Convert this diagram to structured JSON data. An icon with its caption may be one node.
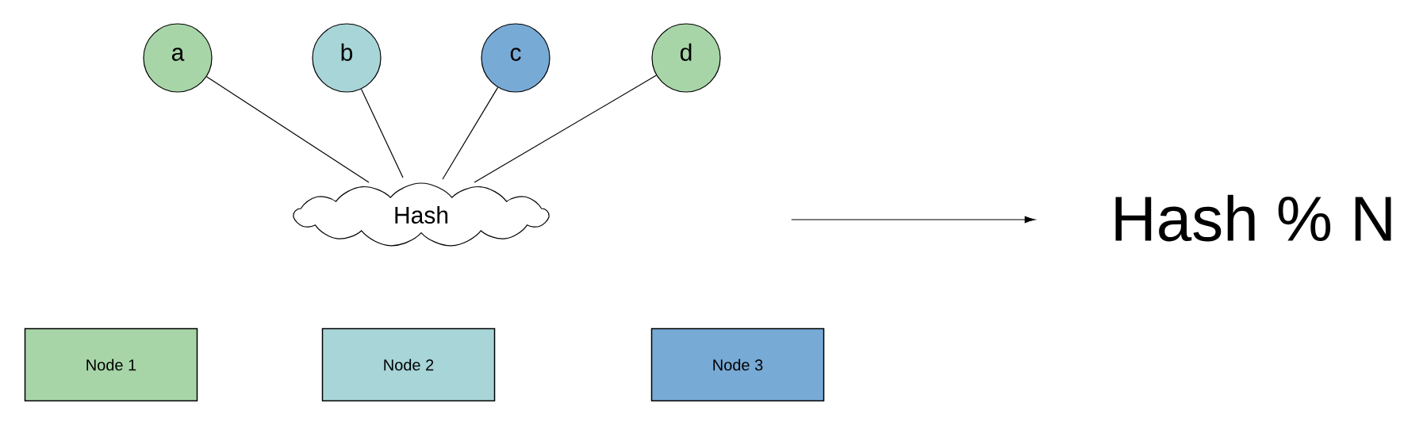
{
  "diagram": {
    "nodes": [
      {
        "text": [
          "a"
        ]
      },
      {
        "text": [
          "b"
        ]
      },
      {
        "text": [
          "c"
        ]
      },
      {
        "text": [
          "d"
        ]
      },
      {
        "text": [
          "Hash"
        ]
      },
      {
        "text": [
          "Hash % N"
        ]
      },
      {
        "text": [
          "Node 1"
        ]
      },
      {
        "text": [
          "Node 2"
        ]
      },
      {
        "text": [
          "Node 3"
        ]
      }
    ],
    "edges": [
      {
        "from": 0,
        "to": 4,
        "arrow": "none"
      },
      {
        "from": 1,
        "to": 4,
        "arrow": "none"
      },
      {
        "from": 2,
        "to": 4,
        "arrow": "none"
      },
      {
        "from": 3,
        "to": 4,
        "arrow": "none"
      },
      {
        "from": null,
        "to": 5,
        "arrow": "to"
      }
    ]
  }
}
